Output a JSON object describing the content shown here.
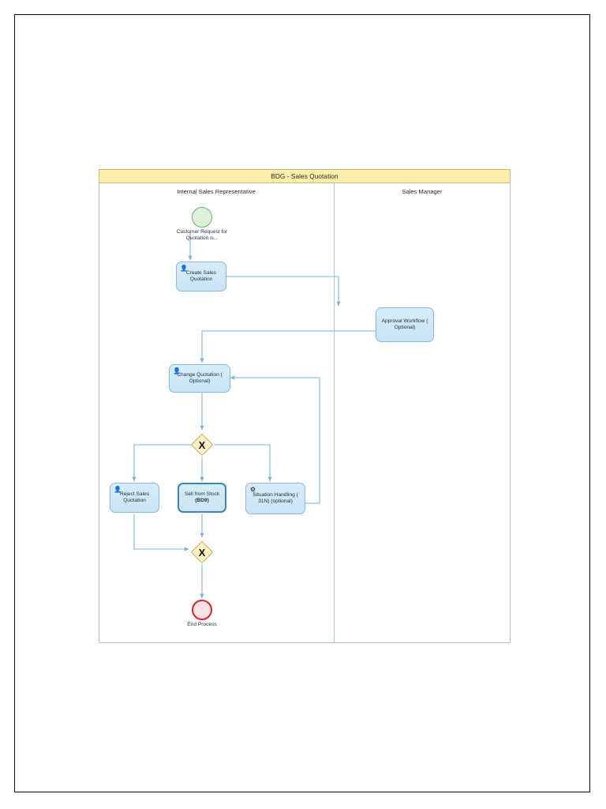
{
  "pool": {
    "title": "BDG - Sales Quotation",
    "header_color": "#fbeeaa",
    "border_color": "#a8c4de",
    "lanes": [
      {
        "id": "lane-internal-sales-representative",
        "label": "Internal Sales Representative"
      },
      {
        "id": "lane-sales-manager",
        "label": "Sales Manager"
      }
    ]
  },
  "events": {
    "start": {
      "label": "Customer Request for Quotation is...",
      "icon": "start-event-circle",
      "stroke": "#6cb36c",
      "fill": "#dff0d8"
    },
    "end": {
      "label": "End Process",
      "icon": "end-event-circle",
      "stroke": "#d9232d",
      "fill": "#fbe3e4"
    }
  },
  "tasks": [
    {
      "id": "create-sales-quotation",
      "label": "Create Sales Quotation",
      "icon": "user-task-icon",
      "type": "user-task",
      "lane": "Internal Sales Representative"
    },
    {
      "id": "approval-workflow-optional",
      "label": "Approval Workflow ( Optional)",
      "icon": "none",
      "type": "task",
      "lane": "Sales Manager"
    },
    {
      "id": "change-quotation-optional",
      "label": "Change Quotation ( Optional)",
      "icon": "user-task-icon",
      "type": "user-task",
      "lane": "Internal Sales Representative"
    },
    {
      "id": "reject-sales-quotation",
      "label": "Reject Sales Quotation",
      "icon": "user-task-icon",
      "type": "user-task",
      "lane": "Internal Sales Representative"
    },
    {
      "id": "sell-from-stock-bd9",
      "label": "Sell from Stock (BD9)",
      "label_bold_part": "(BD9)",
      "icon": "none",
      "type": "call-activity",
      "lane": "Internal Sales Representative"
    },
    {
      "id": "situation-handling-31n-optional",
      "label": "Situation Handling ( 31N) (optional)",
      "icon": "gear-icon",
      "type": "service-task",
      "lane": "Internal Sales Representative"
    }
  ],
  "gateways": [
    {
      "id": "gateway-split",
      "type": "exclusive",
      "marker": "X",
      "fill": "#fcf3c8",
      "stroke": "#c2ab5e"
    },
    {
      "id": "gateway-merge",
      "type": "exclusive",
      "marker": "X",
      "fill": "#fcf3c8",
      "stroke": "#c2ab5e"
    }
  ],
  "colors": {
    "task_fill": "#c9e4f5",
    "task_stroke": "#8cb7d8",
    "connector": "#7fb4d6",
    "gateway_fill": "#fcf3c8",
    "page_border": "#0a0a0a"
  }
}
